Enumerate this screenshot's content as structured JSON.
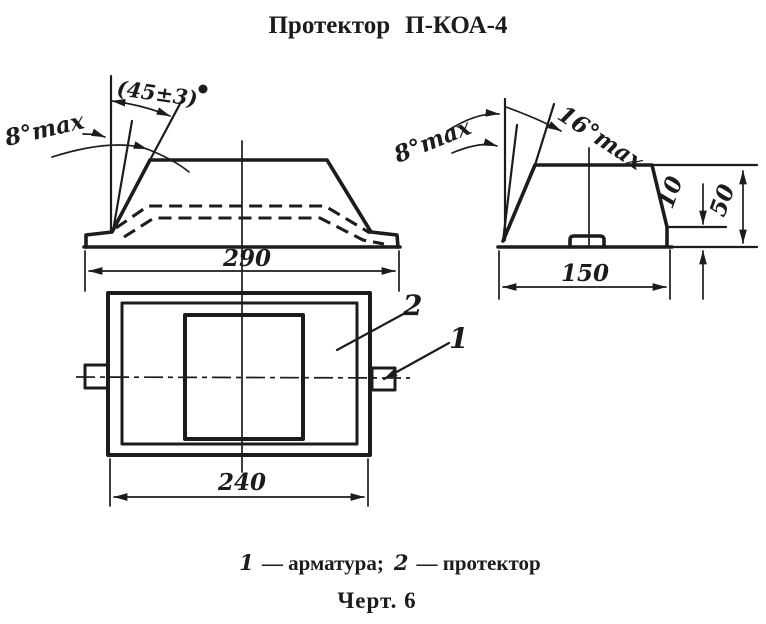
{
  "title": {
    "word1": "Протектор",
    "word2": "П-КОА-4"
  },
  "front_view": {
    "dim_width": "290",
    "angle_top": "(45±3)",
    "angle_left": "8°max"
  },
  "side_view": {
    "dim_width": "150",
    "dim_height": "50",
    "dim_step": "10",
    "angle_left": "8°max",
    "angle_right": "16°max"
  },
  "plan_view": {
    "dim_width": "240",
    "callout_armature": "1",
    "callout_protector": "2"
  },
  "caption": {
    "num1": "1",
    "label1": "— арматура;",
    "num2": "2",
    "label2": "— протектор"
  },
  "figure_label": "Черт. 6",
  "colors": {
    "ink": "#1c1c1c",
    "paper": "#ffffff"
  }
}
